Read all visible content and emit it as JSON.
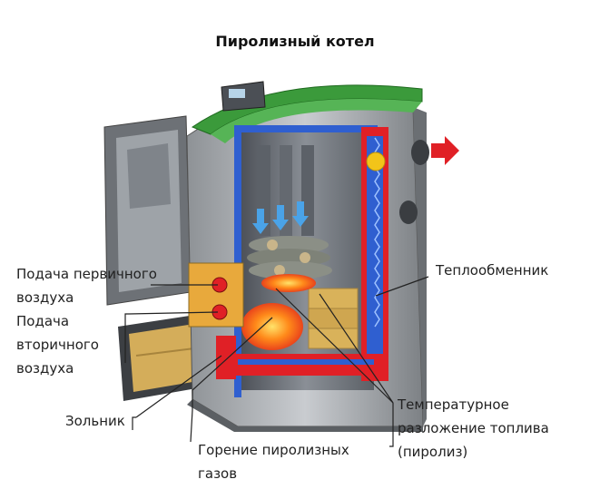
{
  "title": "Пиролизный котел",
  "labels": {
    "primary_air": [
      "Подача первичного",
      "воздуха"
    ],
    "secondary_air": [
      "Подача",
      "вторичного",
      "воздуха"
    ],
    "ash_pan": [
      "Зольник"
    ],
    "gas_burning": [
      "Горение пиролизных",
      "газов"
    ],
    "heat_exchanger": [
      "Теплообменник"
    ],
    "pyrolysis": [
      "Температурное",
      "разложение топлива",
      "(пиролиз)"
    ]
  },
  "colors": {
    "body": "#b9bcc0",
    "lid": "#3b9a3b",
    "water_jacket": "#e02026",
    "insulation": "#2f5fd0",
    "flue_arrow": "#e02026",
    "air_arrows": "#4aa3e8",
    "ceramic": "#d9b25a"
  },
  "icons": [
    "controller-panel-icon",
    "flue-arrow-icon",
    "air-flow-arrow-icon",
    "firewood-icon",
    "flame-icon"
  ]
}
